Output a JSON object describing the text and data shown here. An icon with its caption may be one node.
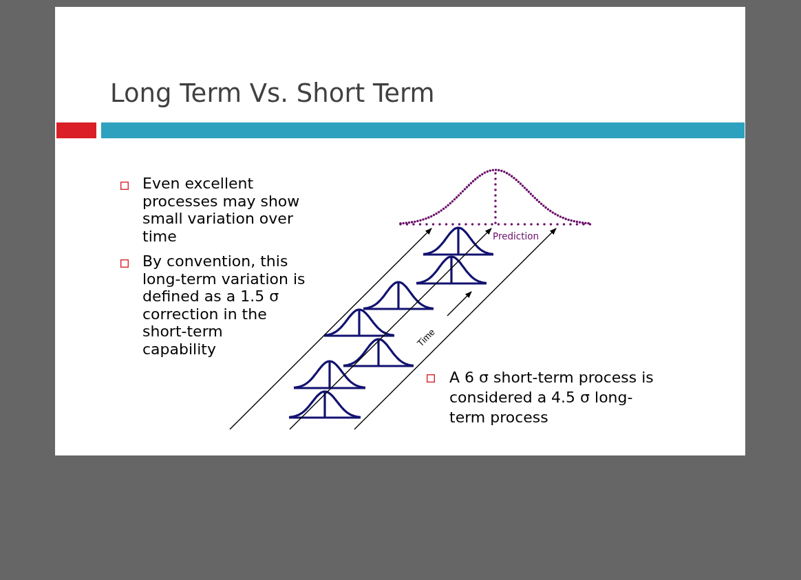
{
  "diagram": {
    "title": "Long Term Vs. Short Term",
    "labels": [
      "Even excellent processes may show small variation over time",
      "By convention, this long-term variation is defined as a 1.5 σ correction in the short-term capability",
      "Prediction",
      "Time",
      "A 6 σ short-term process is considered a 4.5 σ long-term process"
    ]
  }
}
